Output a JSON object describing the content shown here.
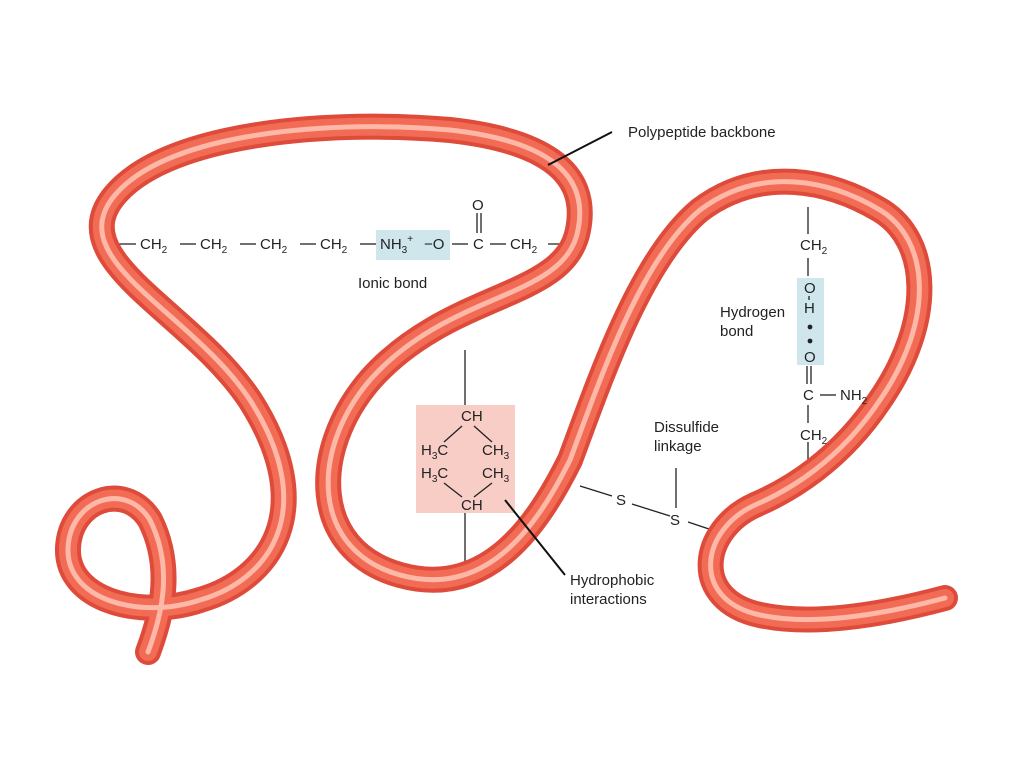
{
  "labels": {
    "backbone": "Polypeptide backbone",
    "ionic_bond": "Ionic bond",
    "hydrogen_bond": [
      "Hydrogen",
      "bond"
    ],
    "disulfide": [
      "Dissulfide",
      "linkage"
    ],
    "hydrophobic": [
      "Hydrophobic",
      "interactions"
    ]
  },
  "chem": {
    "ch": "CH",
    "c": "C",
    "o": "O",
    "h": "H",
    "s": "S",
    "nh": "NH",
    "o_minus": "−O",
    "plus": "+",
    "sub2": "2",
    "sub3": "3",
    "h3c_prefix": "H",
    "c_suffix": "C"
  },
  "colors": {
    "backbone_dark": "#de4b3a",
    "backbone_mid": "#f26b55",
    "backbone_light": "#ffc5b6",
    "ionic_highlight": "#cfe7ec",
    "hydrogen_highlight": "#cfe7ec",
    "hydrophobic_highlight": "#f7cdc6"
  }
}
